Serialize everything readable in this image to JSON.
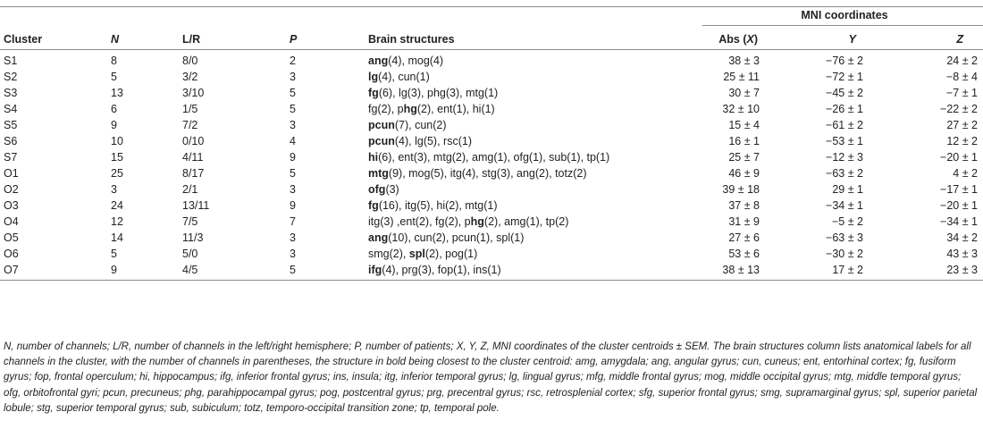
{
  "headers": {
    "cluster": "Cluster",
    "n": "N",
    "lr": "L/R",
    "p": "P",
    "brain_structures": "Brain structures",
    "mni_group": "MNI coordinates",
    "x": "Abs (X)",
    "y": "Y",
    "z": "Z"
  },
  "rows": [
    {
      "cluster": "S1",
      "n": "8",
      "lr": "8/0",
      "p": "2",
      "bold": "ang",
      "boldCount": "(4)",
      "rest": ", mog(4)",
      "x": "38 ± 3",
      "y": "−76 ± 2",
      "z": "24 ± 2"
    },
    {
      "cluster": "S2",
      "n": "5",
      "lr": "3/2",
      "p": "3",
      "bold": "lg",
      "boldCount": "(4)",
      "rest": ", cun(1)",
      "x": "25 ± 11",
      "y": "−72 ± 1",
      "z": "−8 ± 4"
    },
    {
      "cluster": "S3",
      "n": "13",
      "lr": "3/10",
      "p": "5",
      "bold": "fg",
      "boldCount": "(6)",
      "rest": ", lg(3), phg(3), mtg(1)",
      "x": "30 ± 7",
      "y": "−45 ± 2",
      "z": "−7 ± 1"
    },
    {
      "cluster": "S4",
      "n": "6",
      "lr": "1/5",
      "p": "5",
      "pre": "fg(2), p",
      "bold": "hg",
      "boldCount": "(2)",
      "rest": ", ent(1), hi(1)",
      "x": "32 ± 10",
      "y": "−26 ± 1",
      "z": "−22 ± 2"
    },
    {
      "cluster": "S5",
      "n": "9",
      "lr": "7/2",
      "p": "3",
      "bold": "pcun",
      "boldCount": "(7)",
      "rest": ", cun(2)",
      "x": "15 ± 4",
      "y": "−61 ± 2",
      "z": "27 ± 2"
    },
    {
      "cluster": "S6",
      "n": "10",
      "lr": "0/10",
      "p": "4",
      "bold": "pcun",
      "boldCount": "(4)",
      "rest": ", lg(5), rsc(1)",
      "x": "16 ± 1",
      "y": "−53 ± 1",
      "z": "12 ± 2"
    },
    {
      "cluster": "S7",
      "n": "15",
      "lr": "4/11",
      "p": "9",
      "bold": "hi",
      "boldCount": "(6)",
      "rest": ", ent(3), mtg(2), amg(1), ofg(1), sub(1), tp(1)",
      "x": "25 ± 7",
      "y": "−12 ± 3",
      "z": "−20 ± 1"
    },
    {
      "cluster": "O1",
      "n": "25",
      "lr": "8/17",
      "p": "5",
      "bold": "mtg",
      "boldCount": "(9)",
      "rest": ", mog(5), itg(4), stg(3), ang(2), totz(2)",
      "x": "46 ± 9",
      "y": "−63 ± 2",
      "z": "4 ± 2"
    },
    {
      "cluster": "O2",
      "n": "3",
      "lr": "2/1",
      "p": "3",
      "bold": "ofg",
      "boldCount": "(3)",
      "rest": "",
      "x": "39 ± 18",
      "y": "29 ± 1",
      "z": "−17 ± 1"
    },
    {
      "cluster": "O3",
      "n": "24",
      "lr": "13/11",
      "p": "9",
      "bold": "fg",
      "boldCount": "(16)",
      "rest": ", itg(5), hi(2), mtg(1)",
      "x": "37 ± 8",
      "y": "−34 ± 1",
      "z": "−20 ± 1"
    },
    {
      "cluster": "O4",
      "n": "12",
      "lr": "7/5",
      "p": "7",
      "pre": "itg(3) ,ent(2), fg(2), p",
      "bold": "hg",
      "boldCount": "(2)",
      "rest": ", amg(1), tp(2)",
      "x": "31 ± 9",
      "y": "−5 ± 2",
      "z": "−34 ± 1"
    },
    {
      "cluster": "O5",
      "n": "14",
      "lr": "11/3",
      "p": "3",
      "bold": "ang",
      "boldCount": "(10)",
      "rest": ", cun(2), pcun(1), spl(1)",
      "x": "27 ± 6",
      "y": "−63 ± 3",
      "z": "34 ± 2"
    },
    {
      "cluster": "O6",
      "n": "5",
      "lr": "5/0",
      "p": "3",
      "pre": "smg(2), ",
      "bold": "spl",
      "boldCount": "(2)",
      "rest": ", pog(1)",
      "x": "53 ± 6",
      "y": "−30 ± 2",
      "z": "43 ± 3"
    },
    {
      "cluster": "O7",
      "n": "9",
      "lr": "4/5",
      "p": "5",
      "bold": "ifg",
      "boldCount": "(4)",
      "rest": ", prg(3), fop(1), ins(1)",
      "x": "38 ± 13",
      "y": "17 ± 2",
      "z": "23 ± 3"
    }
  ],
  "footnote": "N, number of channels; L/R, number of channels in the left/right hemisphere; P, number of patients; X, Y, Z, MNI coordinates of the cluster centroids ± SEM. The brain structures column lists anatomical labels for all channels in the cluster, with the number of channels in parentheses, the structure in bold being closest to the cluster centroid: amg, amygdala; ang, angular gyrus; cun, cuneus; ent, entorhinal cortex; fg, fusiform gyrus; fop, frontal operculum; hi, hippocampus; ifg, inferior frontal gyrus; ins, insula; itg, inferior temporal gyrus; lg, lingual gyrus; mfg, middle frontal gyrus; mog, middle occipital gyrus; mtg, middle temporal gyrus; ofg, orbitofrontal gyri; pcun, precuneus; phg, parahippocampal gyrus; pog, postcentral gyrus; prg, precentral gyrus; rsc, retrosplenial cortex; sfg, superior frontal gyrus; smg, supramarginal gyrus; spl, superior parietal lobule; stg, superior temporal gyrus; sub, subiculum; totz, temporo-occipital transition zone; tp, temporal pole."
}
